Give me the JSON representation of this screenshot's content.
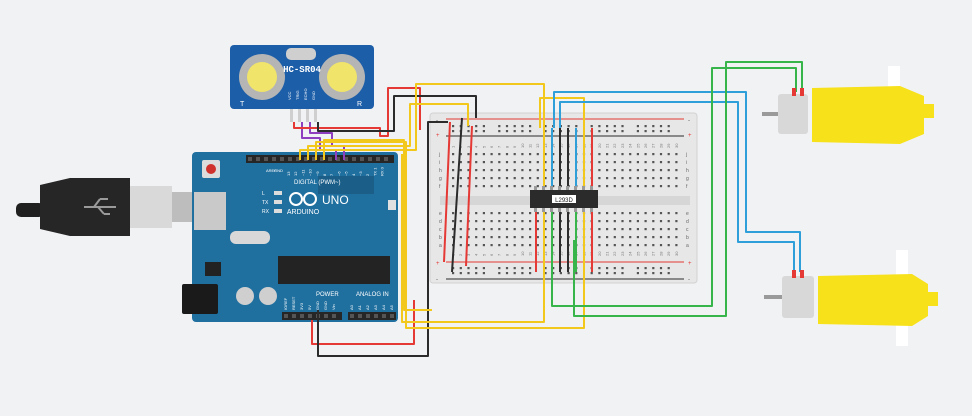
{
  "sensor": {
    "model": "HC-SR04",
    "pins": [
      "VCC",
      "TRIG",
      "ECHO",
      "GND"
    ],
    "label_t": "T",
    "label_r": "R"
  },
  "arduino": {
    "brand": "ARDUINO",
    "model": "UNO",
    "digital_label": "DIGITAL (PWM~)",
    "power_label": "POWER",
    "analog_label": "ANALOG IN",
    "led_labels": [
      "L",
      "TX",
      "RX"
    ],
    "aref_label": "AREF",
    "gnd_label": "GND",
    "digital_pins": [
      "13",
      "12",
      "~11",
      "~10",
      "~9",
      "8",
      "7",
      "~6",
      "~5",
      "4",
      "~3",
      "2",
      "TX 1",
      "RX 0"
    ],
    "power_pins": [
      "IOREF",
      "RESET",
      "3V3",
      "5V",
      "GND",
      "GND",
      "Vin"
    ],
    "analog_pins": [
      "A0",
      "A1",
      "A2",
      "A3",
      "A4",
      "A5"
    ]
  },
  "breadboard": {
    "row_letters_top": [
      "j",
      "i",
      "h",
      "g",
      "f"
    ],
    "row_letters_bottom": [
      "e",
      "d",
      "c",
      "b",
      "a"
    ],
    "column_numbers": [
      "1",
      "2",
      "3",
      "4",
      "5",
      "6",
      "7",
      "8",
      "9",
      "10",
      "11",
      "12",
      "13",
      "14",
      "15",
      "16",
      "17",
      "18",
      "19",
      "20",
      "21",
      "22",
      "23",
      "24",
      "25",
      "26",
      "27",
      "28",
      "29",
      "30"
    ],
    "rail_plus": "+",
    "rail_minus": "-"
  },
  "chip": {
    "label": "L293D"
  },
  "colors": {
    "red": "#e53935",
    "black": "#2b2b2b",
    "yellow": "#f2c81c",
    "blue": "#2f9fd9",
    "green": "#37b44a",
    "purple": "#8e3fbf",
    "arduino_blue": "#1f6f9f",
    "sensor_blue": "#1d5ea8",
    "motor_yellow": "#f7e11a"
  }
}
